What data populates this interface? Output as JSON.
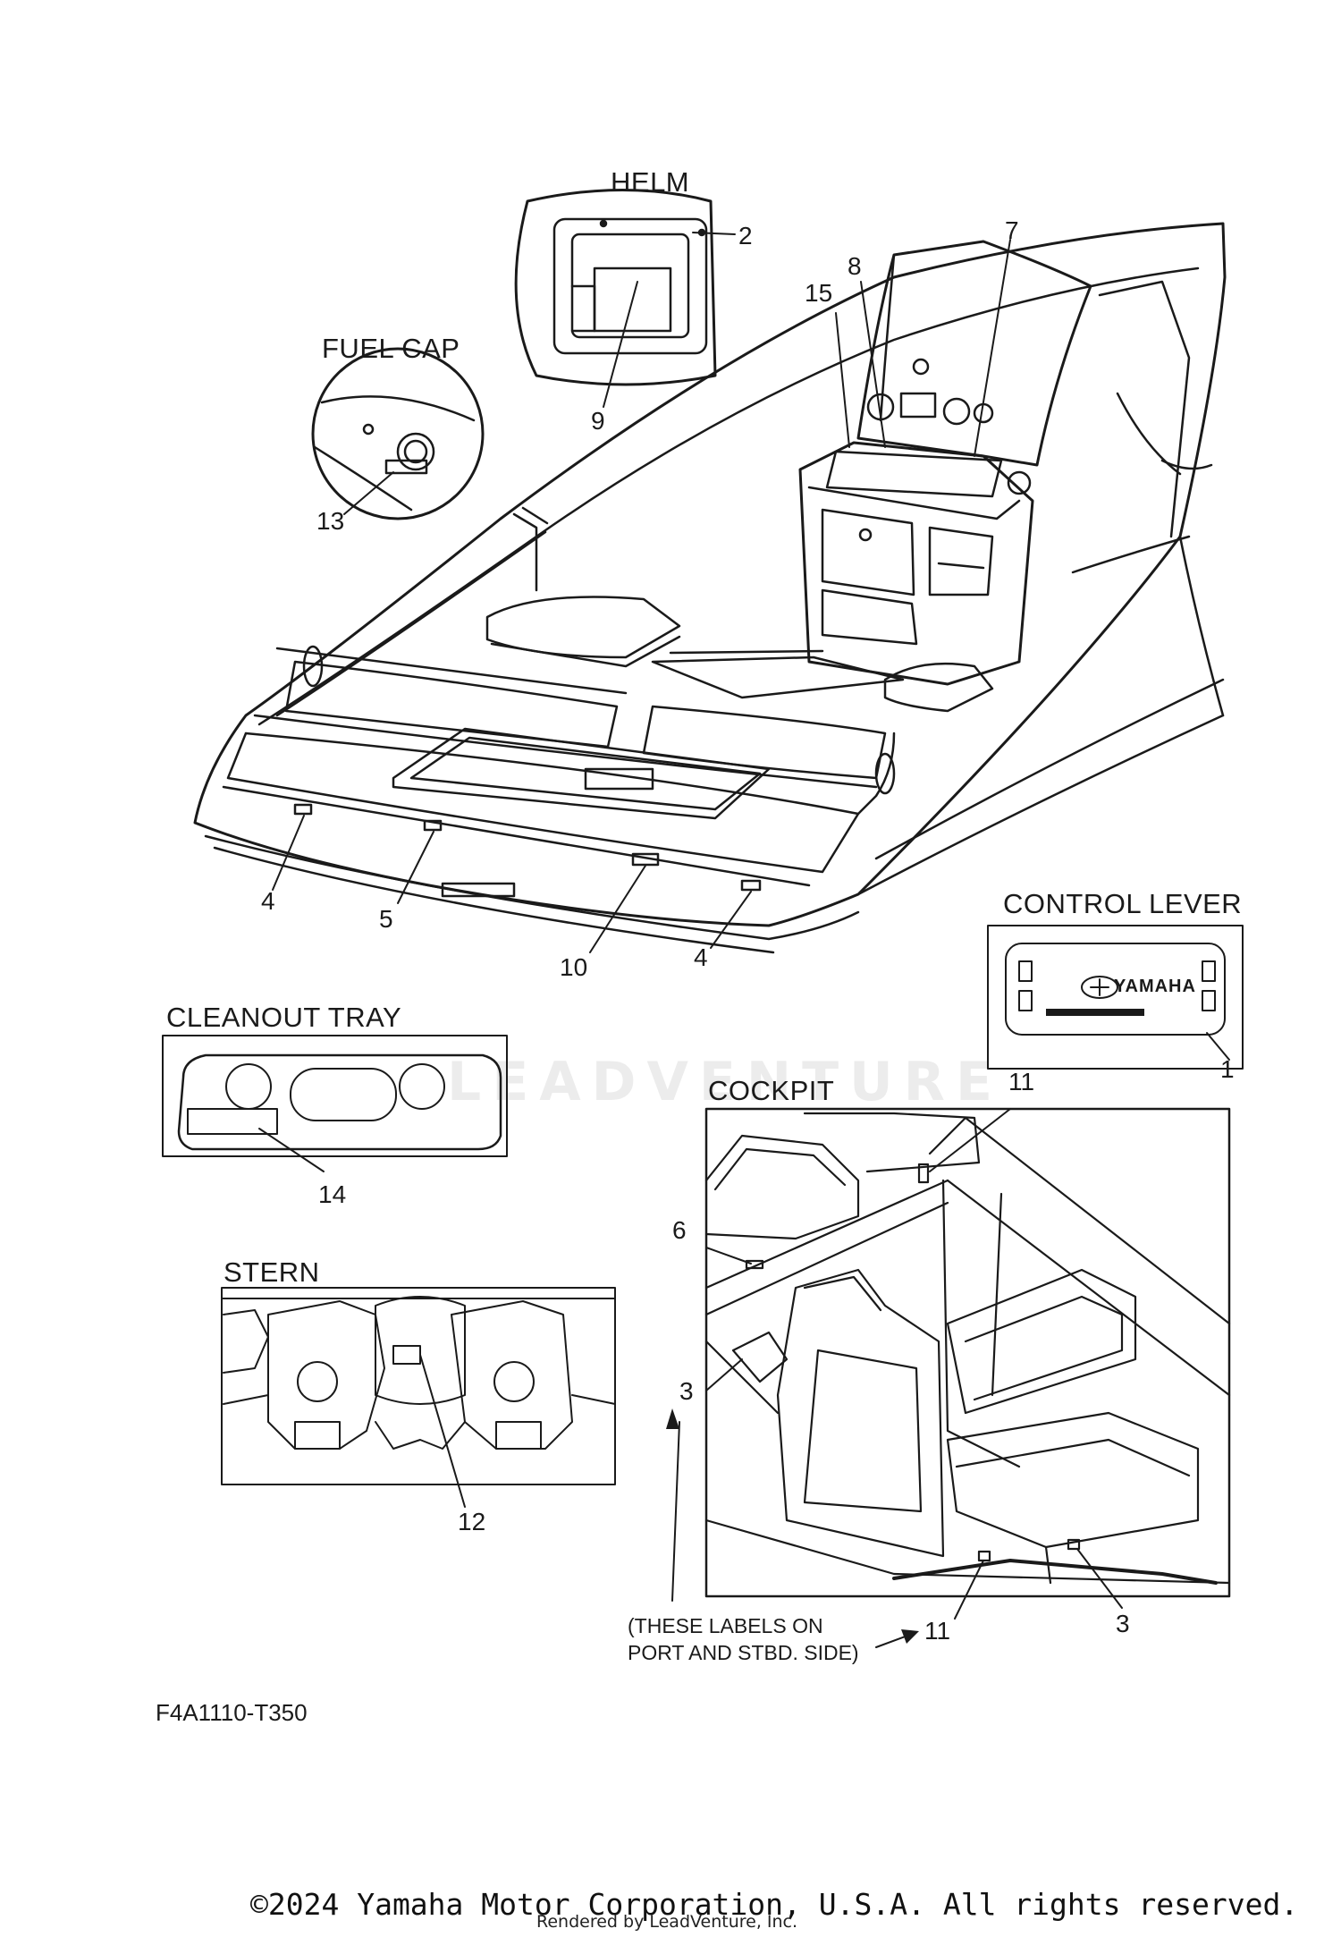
{
  "sections": {
    "helm": "HELM",
    "fuel_cap": "FUEL CAP",
    "control_lever": "CONTROL LEVER",
    "cleanout_tray": "CLEANOUT TRAY",
    "cockpit": "COCKPIT",
    "stern": "STERN"
  },
  "callouts": {
    "c1": "1",
    "c2": "2",
    "c3a": "3",
    "c3b": "3",
    "c4a": "4",
    "c4b": "4",
    "c5": "5",
    "c6": "6",
    "c7": "7",
    "c8": "8",
    "c9": "9",
    "c10": "10",
    "c11a": "11",
    "c11b": "11",
    "c12": "12",
    "c13": "13",
    "c14": "14",
    "c15": "15"
  },
  "decal": {
    "brand": "YAMAHA"
  },
  "note": {
    "line1": "(THESE LABELS ON",
    "line2": "PORT AND STBD. SIDE)"
  },
  "diagram_code": "F4A1110-T350",
  "watermark": "LEADVENTURE",
  "copyright": "©2024 Yamaha Motor Corporation, U.S.A. All rights reserved.",
  "rendered_by": "Rendered by LeadVenture, Inc."
}
